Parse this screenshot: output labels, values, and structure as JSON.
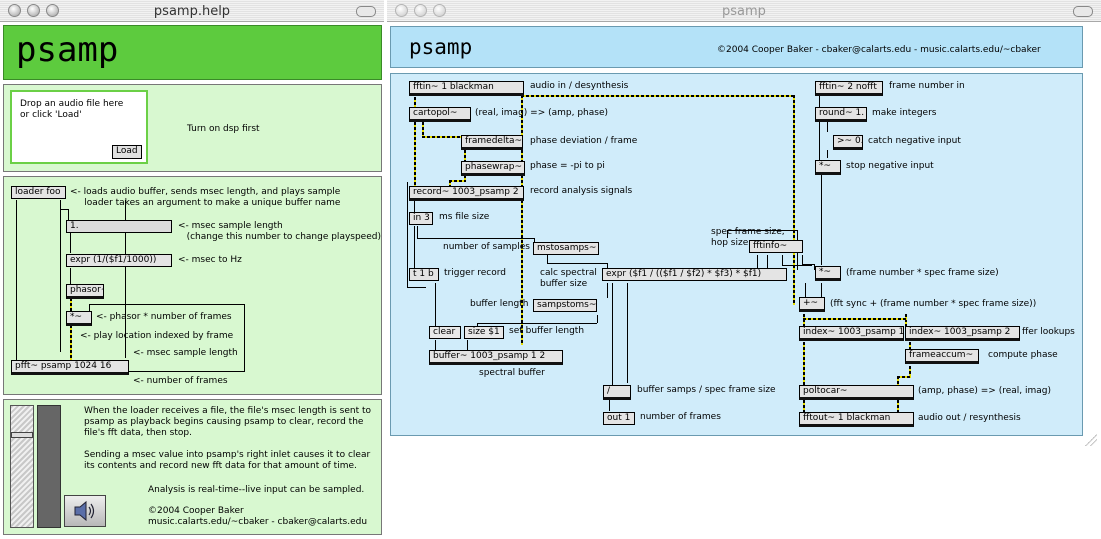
{
  "colors": {
    "help_green": "#5dcb3e",
    "help_bg": "#d8f8d0",
    "psamp_blue": "#d0ecfa",
    "header_blue": "#b4e2f8"
  },
  "help_window": {
    "title": "psamp.help",
    "header": "psamp",
    "drop_text": "Drop an audio file here\nor click 'Load'",
    "load_button": "Load",
    "dsp_note": "Turn on dsp first",
    "loader_obj": "loader foo",
    "loader_desc": "<- loads audio buffer, sends msec length, and plays sample\n     loader takes an argument to make a unique buffer name",
    "number_box": "1.",
    "msec_note": "<- msec sample length\n   (change this number to change playspeed)",
    "expr_obj": "expr (1/($f1/1000))",
    "expr_note": "<- msec to Hz",
    "phasor_obj": "phasor~",
    "mult_obj": "*~",
    "mult_note": "<- phasor * number of frames",
    "play_note": "<- play location indexed by frame",
    "msec_note2": "<- msec sample length",
    "pfft_obj": "pfft~ psamp 1024 16",
    "frames_note": "<- number of frames",
    "desc_p1": "When the loader receives a file, the file's msec length is sent to\npsamp as playback begins causing psamp to clear, record the\nfile's fft data, then stop.",
    "desc_p2": "Sending a msec value into psamp's right inlet causes it to clear\nits contents and record new fft data for that amount of time.",
    "desc_p3": "Analysis is real-time--live input can be sampled.",
    "copyright": "©2004 Cooper Baker\nmusic.calarts.edu/~cbaker - cbaker@calarts.edu",
    "speaker_icon": "speaker-icon"
  },
  "psamp_window": {
    "title": "psamp",
    "header": "psamp",
    "credits": "©2004 Cooper Baker - cbaker@calarts.edu - music.calarts.edu/~cbaker",
    "objects": {
      "fftin1": "fftin~ 1 blackman",
      "cartopol": "cartopol~",
      "framedelta": "framedelta~",
      "phasewrap": "phasewrap~",
      "record": "record~ 1003_psamp 2",
      "in3": "in 3",
      "t1b": "t 1 b",
      "clear": "clear",
      "size": "size $1",
      "buffer": "buffer~ 1003_psamp 1 2",
      "mstosamps": "mstosamps~",
      "sampstoms": "sampstoms~",
      "expr": "expr ($f1 / (($f1 / $f2) * $f3) * $f1)",
      "fftinfo": "fftinfo~",
      "div": "/",
      "out1": "out 1",
      "fftin2": "fftin~ 2 nofft",
      "round": "round~ 1.",
      "gt": ">~ 0.",
      "mult1": "*~",
      "mult2": "*~",
      "plus": "+~",
      "index1": "index~ 1003_psamp 1",
      "index2": "index~ 1003_psamp 2",
      "frameaccum": "frameaccum~",
      "poltocar": "poltocar~",
      "fftout": "fftout~ 1 blackman"
    },
    "comments": {
      "fftin1": "audio in / desynthesis",
      "cartopol": "(real, imag) => (amp, phase)",
      "framedelta": "phase deviation / frame",
      "phasewrap": "phase = -pi to pi",
      "record": "record analysis signals",
      "in3": "ms file size",
      "mstosamps": "number of samples",
      "t1b": "trigger record",
      "calc": "calc spectral\nbuffer size",
      "sampstoms": "buffer length",
      "size": "set buffer length",
      "buffer": "spectral buffer",
      "fftinfo": "spec frame size,\nhop size",
      "div": "buffer samps / spec frame size",
      "out1": "number of frames",
      "fftin2": "frame number in",
      "round": "make integers",
      "gt": "catch negative input",
      "mult1": "stop negative input",
      "mult2": "(frame number * spec frame size)",
      "plus": "(fft sync + (frame number * spec frame size))",
      "index": "ffer lookups",
      "frameaccum": "compute phase",
      "poltocar": "(amp, phase) => (real, imag)",
      "fftout": "audio out / resynthesis"
    }
  }
}
